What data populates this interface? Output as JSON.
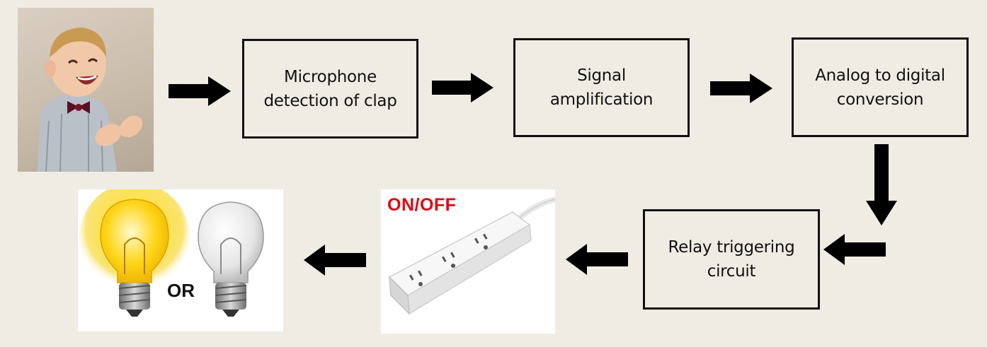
{
  "diagram": {
    "nodes": {
      "microphone": {
        "line1": "Microphone",
        "line2": "detection of clap"
      },
      "amplification": {
        "line1": "Signal",
        "line2": "amplification"
      },
      "adc": {
        "line1": "Analog to digital",
        "line2": "conversion"
      },
      "relay": {
        "line1": "Relay triggering",
        "line2": "circuit"
      }
    },
    "labels": {
      "switch_state": "ON/OFF",
      "bulb_choice": "OR"
    },
    "icons": [
      "clapping-child-photo",
      "power-strip-photo",
      "lit-bulb-photo",
      "unlit-bulb-photo",
      "arrow-right-icon",
      "arrow-down-icon",
      "arrow-left-icon"
    ],
    "colors": {
      "background": "#efece4",
      "switch_label": "#e30613",
      "border": "#111111"
    }
  }
}
